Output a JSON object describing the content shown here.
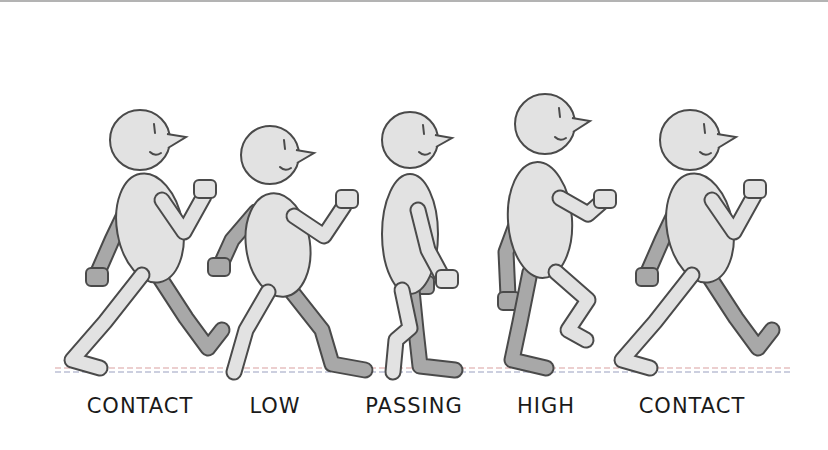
{
  "diagram": {
    "labels": [
      "CONTACT",
      "LOW",
      "PASSING",
      "HIGH",
      "CONTACT"
    ]
  }
}
